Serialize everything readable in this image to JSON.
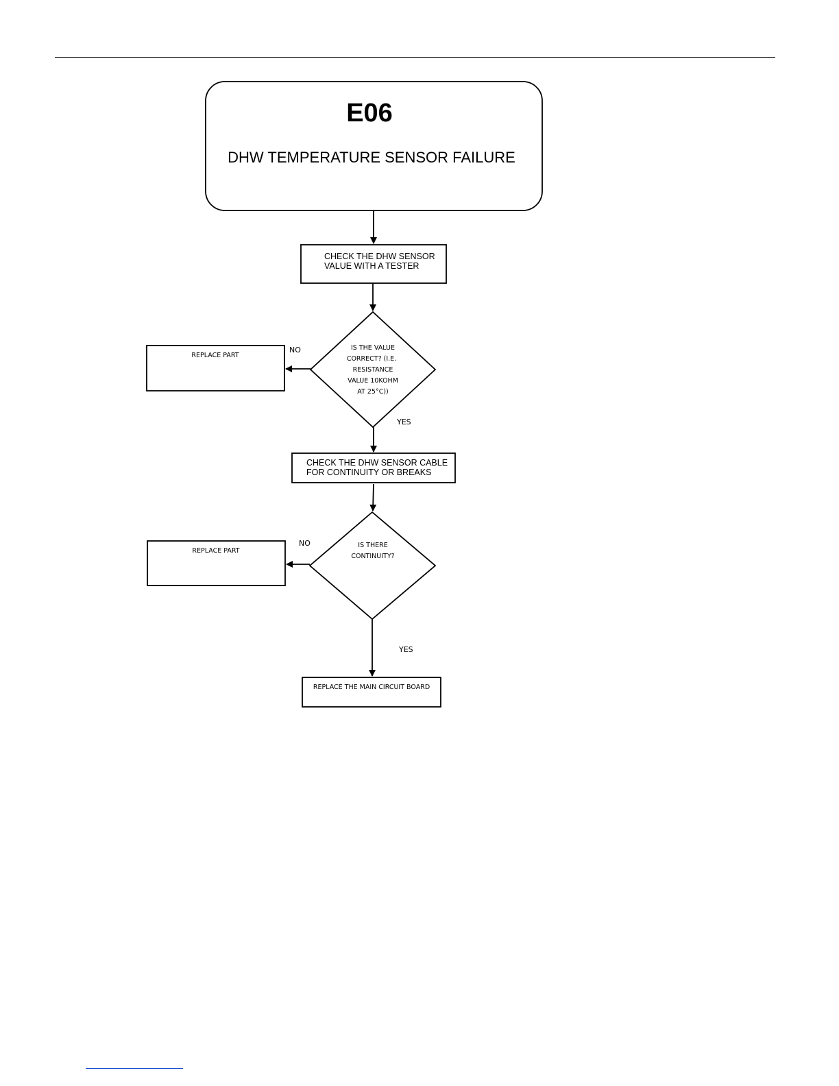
{
  "title": {
    "code": "E06",
    "subtitle": "DHW TEMPERATURE SENSOR FAILURE"
  },
  "steps": {
    "check_sensor_value": [
      "CHECK THE DHW SENSOR",
      "VALUE WITH A TESTER"
    ],
    "decision_value_correct": [
      "IS THE VALUE",
      "CORRECT? (I.E.",
      "RESISTANCE",
      "VALUE 10KOHM",
      "AT 25°C))"
    ],
    "replace_part_1": "REPLACE PART",
    "check_cable": [
      "CHECK THE DHW SENSOR CABLE",
      "FOR CONTINUITY OR BREAKS"
    ],
    "decision_continuity": [
      "IS THERE",
      "CONTINUITY?"
    ],
    "replace_part_2": "REPLACE PART",
    "replace_board": "REPLACE THE MAIN CIRCUIT BOARD"
  },
  "labels": {
    "no_1": "NO",
    "yes_1": "YES",
    "no_2": "NO",
    "yes_2": "YES"
  }
}
